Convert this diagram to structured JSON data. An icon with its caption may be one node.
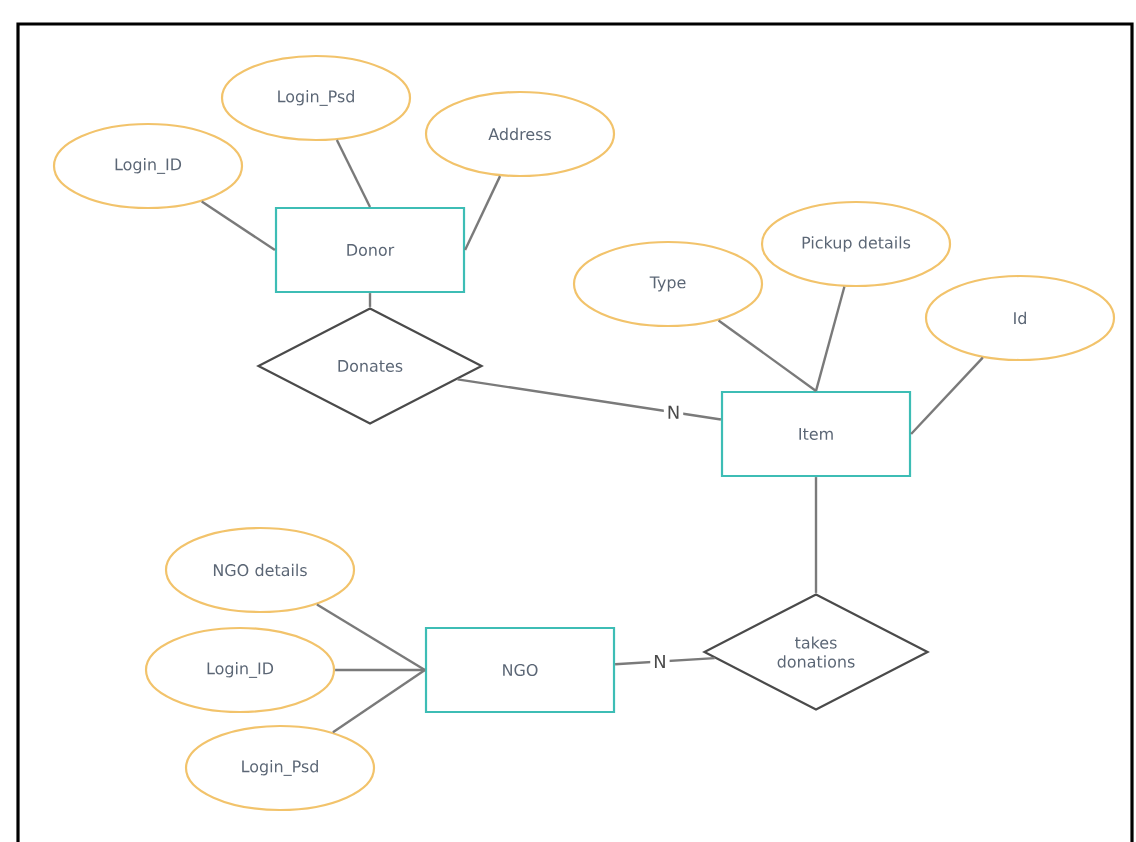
{
  "diagram": {
    "nodes": [
      {
        "text": [
          "Donor"
        ]
      },
      {
        "text": [
          "Login_ID"
        ]
      },
      {
        "text": [
          "Login_Psd"
        ]
      },
      {
        "text": [
          "Address"
        ]
      },
      {
        "text": [
          "Donates"
        ]
      },
      {
        "text": [
          "Item"
        ]
      },
      {
        "text": [
          "Type"
        ]
      },
      {
        "text": [
          "Pickup details"
        ]
      },
      {
        "text": [
          "Id"
        ]
      },
      {
        "text": [
          "takes donations"
        ]
      },
      {
        "text": [
          "NGO"
        ]
      },
      {
        "text": [
          "NGO details"
        ]
      },
      {
        "text": [
          "Login_ID"
        ]
      },
      {
        "text": [
          "Login_Psd"
        ]
      }
    ],
    "edges": [
      {
        "from": 1,
        "to": 0,
        "arrow": "none"
      },
      {
        "from": 2,
        "to": 0,
        "arrow": "none"
      },
      {
        "from": 3,
        "to": 0,
        "arrow": "none"
      },
      {
        "from": 0,
        "to": 4,
        "arrow": "none"
      },
      {
        "from": 4,
        "to": 5,
        "arrow": "none",
        "label": "N"
      },
      {
        "from": 6,
        "to": 5,
        "arrow": "none"
      },
      {
        "from": 7,
        "to": 5,
        "arrow": "none"
      },
      {
        "from": 8,
        "to": 5,
        "arrow": "none"
      },
      {
        "from": 5,
        "to": 9,
        "arrow": "none"
      },
      {
        "from": 10,
        "to": 9,
        "arrow": "none",
        "label": "N"
      },
      {
        "from": 11,
        "to": 10,
        "arrow": "none"
      },
      {
        "from": 12,
        "to": 10,
        "arrow": "none"
      },
      {
        "from": 13,
        "to": 10,
        "arrow": "none"
      }
    ]
  }
}
